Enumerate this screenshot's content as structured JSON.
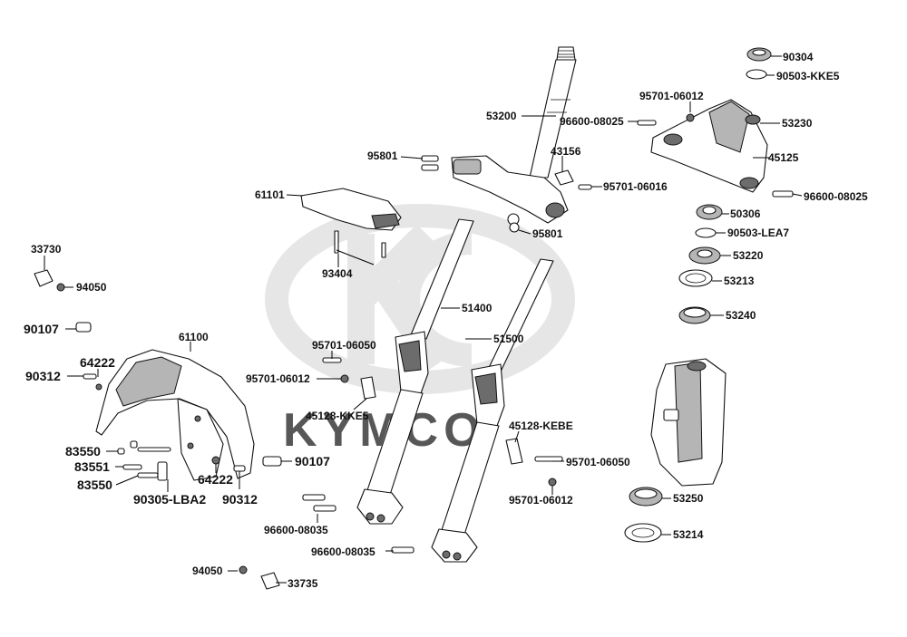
{
  "brand": {
    "watermark": "KYMCO"
  },
  "labels": {
    "p90304": "90304",
    "p90503_KKE5": "90503-KKE5",
    "p95701_06012_top": "95701-06012",
    "p53200": "53200",
    "p96600_08025_top": "96600-08025",
    "p53230": "53230",
    "p43156": "43156",
    "p95801_top": "95801",
    "p45125": "45125",
    "p95701_06016": "95701-06016",
    "p61101": "61101",
    "p96600_08025_right": "96600-08025",
    "p50306": "50306",
    "p95801_bottom": "95801",
    "p90503_LEA7": "90503-LEA7",
    "p33730": "33730",
    "p93404": "93404",
    "p53220": "53220",
    "p53213": "53213",
    "p94050_top": "94050",
    "p51400": "51400",
    "p53240": "53240",
    "p90107_top": "90107",
    "p61100": "61100",
    "p51500": "51500",
    "p95701_06050_left": "95701-06050",
    "p64222_top": "64222",
    "p90312_left": "90312",
    "p95701_06012_left": "95701-06012",
    "p45128_KKE5": "45128-KKE5",
    "p45128_KEBE": "45128-KEBE",
    "p83550_top": "83550",
    "p90107_mid": "90107",
    "p95701_06050_right": "95701-06050",
    "p83551": "83551",
    "p64222_bottom": "64222",
    "p83550_bottom": "83550",
    "p90312_bottom": "90312",
    "p90305_LBA2": "90305-LBA2",
    "p95701_06012_bottom": "95701-06012",
    "p53250": "53250",
    "p96600_08035_left": "96600-08035",
    "p53214": "53214",
    "p96600_08035_bottom": "96600-08035",
    "p94050_bottom": "94050",
    "p33735": "33735"
  }
}
